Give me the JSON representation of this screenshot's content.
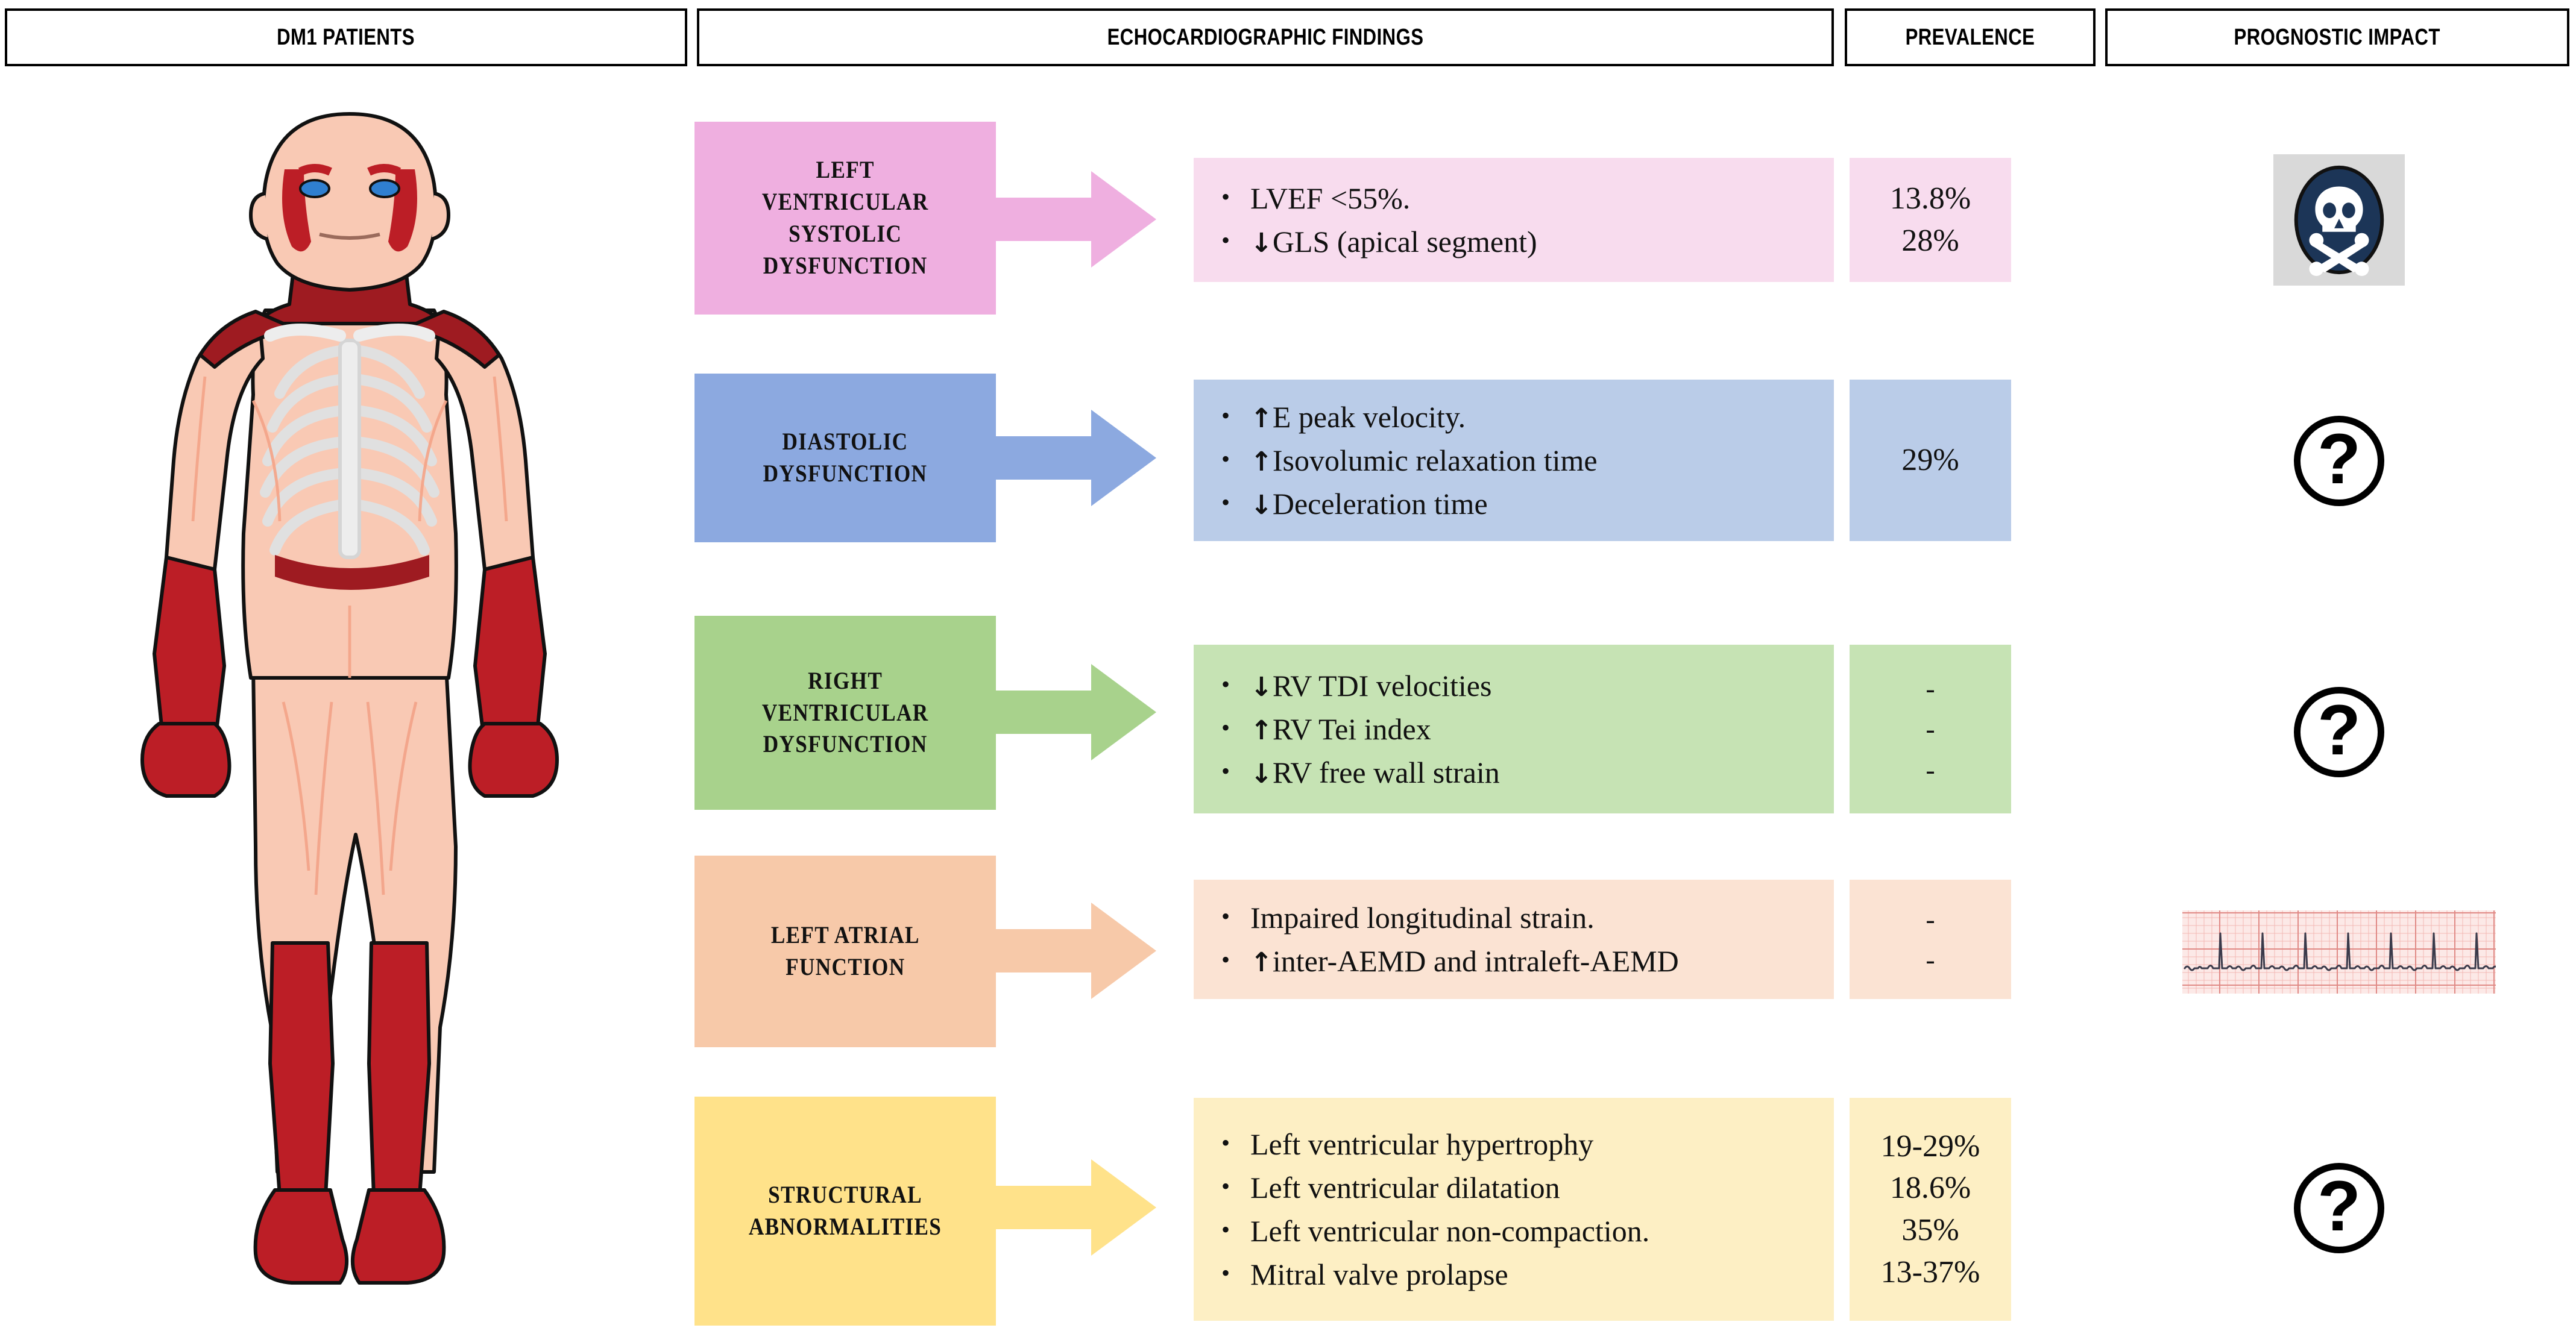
{
  "headers": [
    {
      "id": "dm1-patients",
      "label": "DM1 PATIENTS"
    },
    {
      "id": "echocardiographic-findings",
      "label": "ECHOCARDIOGRAPHIC FINDINGS"
    },
    {
      "id": "prevalence",
      "label": "PREVALENCE"
    },
    {
      "id": "prognostic-impact",
      "label": "PROGNOSTIC IMPACT"
    }
  ],
  "figure": {
    "name": "dm1-patient-body-muscle-diagram",
    "skin_color": "#F9C9B4",
    "affected_muscle_color": "#BC1E26",
    "bone_color": "#EDEDED",
    "eye_color": "#2F7FD0",
    "outline_color": "#111111"
  },
  "rows": [
    {
      "id": "left-ventricular-systolic-dysfunction",
      "label": "LEFT\nVENTRICULAR\nSYSTOLIC\nDYSFUNCTION",
      "label_color": "#EFAFE0",
      "content_color": "#F8DCEE",
      "arrow_color": "#EFAFE0",
      "findings": [
        {
          "arrow": "",
          "text": "  LVEF <55%."
        },
        {
          "arrow": "↓",
          "text": "GLS (apical segment)"
        }
      ],
      "prevalence": [
        "13.8%",
        "28%"
      ],
      "prevalence_color": "#F8DCEE",
      "prognostic_icon": "skull-and-crossbones-icon",
      "prognostic_icon_bg": "#D9D9D9",
      "prognostic_icon_circle": "#1C3557"
    },
    {
      "id": "diastolic-dysfunction",
      "label": "DIASTOLIC\nDYSFUNCTION",
      "label_color": "#8CA9E0",
      "content_color": "#BACCE8",
      "arrow_color": "#8CA9E0",
      "findings": [
        {
          "arrow": "↑",
          "text": "E peak velocity."
        },
        {
          "arrow": "↑",
          "text": "Isovolumic relaxation time"
        },
        {
          "arrow": "↓",
          "text": "Deceleration time"
        }
      ],
      "prevalence": [
        "29%"
      ],
      "prevalence_color": "#BACCE8",
      "prognostic_icon": "question-mark-icon"
    },
    {
      "id": "right-ventricular-dysfunction",
      "label": "RIGHT\nVENTRICULAR\nDYSFUNCTION",
      "label_color": "#A8D28C",
      "content_color": "#C6E3B4",
      "arrow_color": "#A8D28C",
      "findings": [
        {
          "arrow": "↓",
          "text": "RV TDI velocities"
        },
        {
          "arrow": "↑",
          "text": "RV Tei index"
        },
        {
          "arrow": "↓",
          "text": "RV free wall strain"
        }
      ],
      "prevalence": [
        "-",
        "-",
        "-"
      ],
      "prevalence_color": "#C6E3B4",
      "prognostic_icon": "question-mark-icon"
    },
    {
      "id": "left-atrial-function",
      "label": "LEFT ATRIAL\nFUNCTION",
      "label_color": "#F7C9A9",
      "content_color": "#FBE3D3",
      "arrow_color": "#F7C9A9",
      "findings": [
        {
          "arrow": "",
          "text": "Impaired longitudinal strain."
        },
        {
          "arrow": "↑",
          "text": "inter-AEMD and intraleft-AEMD"
        }
      ],
      "prevalence": [
        "-",
        "-"
      ],
      "prevalence_color": "#FBE3D3",
      "prognostic_icon": "ecg-strip-icon",
      "prognostic_icon_bg": "#FDEAEA"
    },
    {
      "id": "structural-abnormalities",
      "label": "STRUCTURAL\nABNORMALITIES",
      "label_color": "#FFE28A",
      "content_color": "#FDEFC4",
      "arrow_color": "#FFE28A",
      "findings": [
        {
          "arrow": "",
          "text": "Left ventricular hypertrophy"
        },
        {
          "arrow": "",
          "text": "Left ventricular dilatation"
        },
        {
          "arrow": "",
          "text": "Left ventricular non-compaction."
        },
        {
          "arrow": "",
          "text": "Mitral valve prolapse"
        }
      ],
      "prevalence": [
        "19-29%",
        "18.6%",
        "35%",
        "13-37%"
      ],
      "prevalence_color": "#FDEFC4",
      "prognostic_icon": "question-mark-icon"
    }
  ],
  "bullet_glyph": "•",
  "question_mark": "?"
}
